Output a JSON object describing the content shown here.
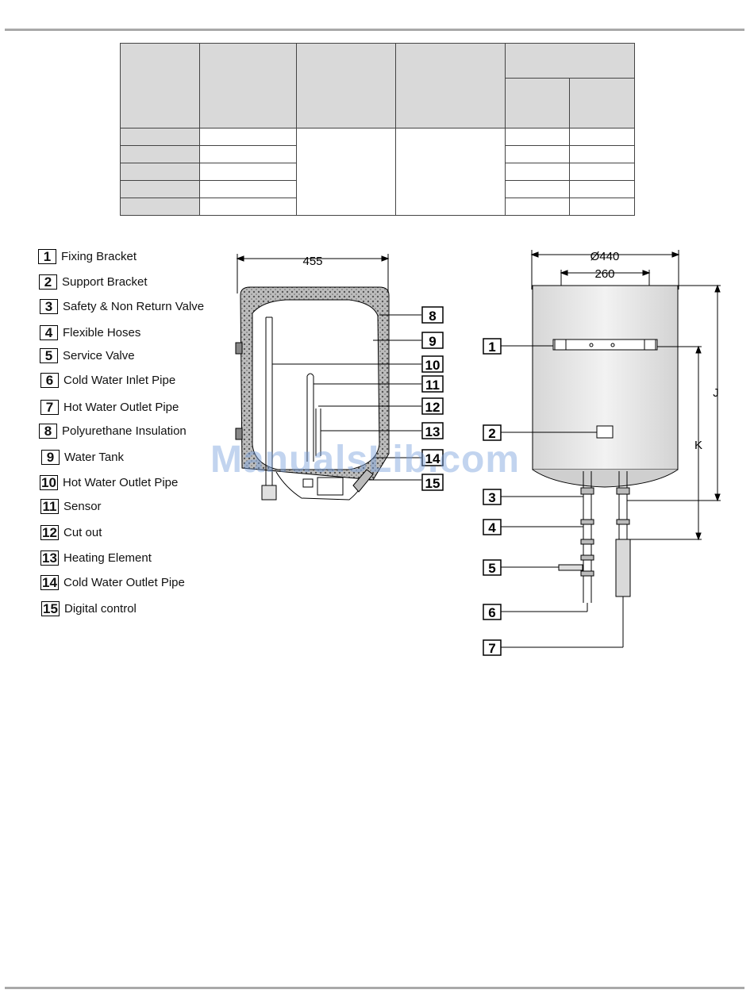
{
  "legend": [
    {
      "num": "1",
      "label": "Fixing Bracket"
    },
    {
      "num": "2",
      "label": "Support Bracket"
    },
    {
      "num": "3",
      "label": "Safety & Non Return Valve"
    },
    {
      "num": "4",
      "label": "Flexible Hoses"
    },
    {
      "num": "5",
      "label": "Service Valve"
    },
    {
      "num": "6",
      "label": "Cold Water Inlet Pipe"
    },
    {
      "num": "7",
      "label": "Hot Water Outlet Pipe"
    },
    {
      "num": "8",
      "label": "Polyurethane Insulation"
    },
    {
      "num": "9",
      "label": "Water Tank"
    },
    {
      "num": "10",
      "label": "Hot Water Outlet Pipe"
    },
    {
      "num": "11",
      "label": "Sensor"
    },
    {
      "num": "12",
      "label": "Cut out"
    },
    {
      "num": "13",
      "label": "Heating Element"
    },
    {
      "num": "14",
      "label": "Cold Water Outlet Pipe"
    },
    {
      "num": "15",
      "label": "Digital control"
    }
  ],
  "section_view": {
    "width_label": "455",
    "callouts": [
      "8",
      "9",
      "10",
      "11",
      "12",
      "13",
      "14",
      "15"
    ]
  },
  "front_view": {
    "diameter_label": "Ø440",
    "bracket_label": "260",
    "j_label": "J",
    "k_label": "K",
    "callouts": [
      "1",
      "2",
      "3",
      "4",
      "5",
      "6",
      "7"
    ]
  },
  "watermark": "ManualsLib.com"
}
